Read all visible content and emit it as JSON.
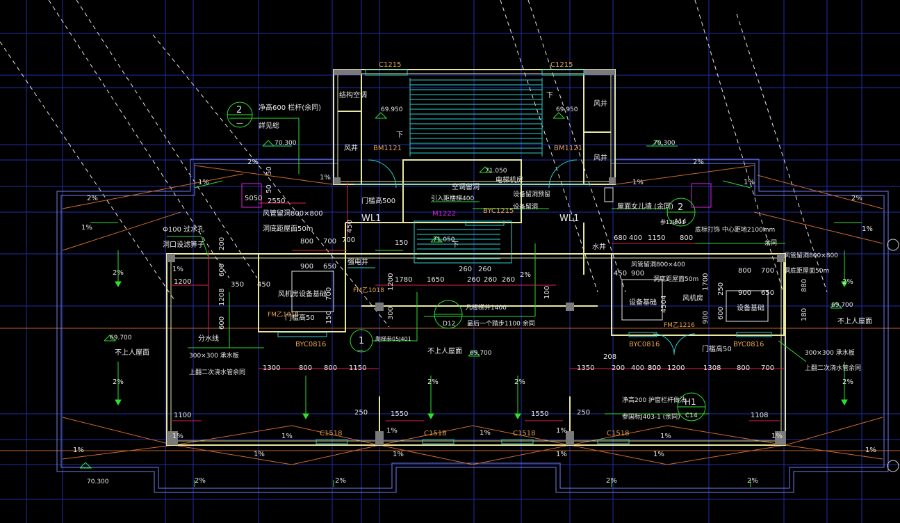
{
  "drawing": {
    "window_labels": {
      "top_left": "C1215",
      "top_right": "C1215",
      "bottom": [
        "C1518",
        "C1518",
        "C1518",
        "C1518"
      ]
    },
    "door_labels": {
      "bm_left": "BM1121",
      "bm_right": "BM1121",
      "m1222": "M1222",
      "byc_center": "BYC1215",
      "byc_left": "BYC0816",
      "byc_r1": "BYC0816",
      "byc_r2": "BYC0816",
      "fm_left": "FM乙1018",
      "fm_right": "FM乙1216",
      "fm_center": "FM乙1018"
    },
    "elevations": {
      "e1": "69.950",
      "e2": "69.950",
      "e3": "70.300",
      "e4": "70.300",
      "e5": "71.050",
      "e6": "71.050",
      "e7": "69.700",
      "e8": "69.700",
      "e9": "69.700",
      "e10": "70.300"
    },
    "rooms": {
      "wind_shaft": "风井",
      "struct_void": "结构空调",
      "ac_room": "空调留洞",
      "elevator_room": "电梯机房",
      "fan_room": "风机房",
      "equip_base": "设备基础",
      "water_tank": "水井",
      "elec_shaft": "强电井"
    },
    "notes": {
      "n1": "净高600 栏杆(余同)",
      "n2": "詳见総",
      "n3": "风管留洞800×800",
      "n4": "洞底距屋面50m",
      "n5": "Φ100 过水孔",
      "n6": "洞口设滤箅子",
      "n7": "分水线",
      "n8": "300×300 承水板",
      "n9": "上翻二次浇水管余同",
      "n10": "不上人屋面",
      "n11": "屋面女儿墙 (余同)",
      "n12": "底标打饰 中心距地2100mm",
      "n13": "门槛高50",
      "n14": "凡楼梯井1400",
      "n15": "最后一个踏步1100 余同",
      "n16": "净高200 护窗栏杆做法",
      "n17": "参国标J403-1 (余同)",
      "n18": "引入距楼梯400",
      "n19": "设备留洞预留",
      "n20": "门槛高500",
      "n21": "爬梯参05J401",
      "n22": "余同",
      "n23": "设备留洞",
      "n24": "风管留洞800×400"
    },
    "slopes": {
      "s2": "2%",
      "s1": "1%"
    },
    "callouts": {
      "c1_num": "2",
      "c1_ref": "—",
      "c2_num": "2",
      "c2_ref": "A14",
      "c2_note": "参12J201",
      "c3_num": "1",
      "c3_ref": "—",
      "c4_ref": "D12",
      "c5_num": "H1",
      "c5_ref": "C14"
    },
    "wl": {
      "left": "WL1",
      "right": "WL1"
    },
    "stairs": {
      "down": "下"
    },
    "dims": {
      "d2550": "2550",
      "d800": "800",
      "d700": "700",
      "d900": "900",
      "d650": "650",
      "d200": "200",
      "d600": "600",
      "d1200": "1200",
      "d350": "350",
      "d450": "450",
      "d1300": "1300",
      "d1150": "1150",
      "d150": "150",
      "d1780": "1780",
      "d1650": "1650",
      "d260": "260",
      "d300": "300",
      "d100": "100",
      "d1350": "1350",
      "d400": "400",
      "d1308": "1308",
      "d1100": "1100",
      "d1108": "1108",
      "d250": "250",
      "d1550": "1550",
      "d680": "680",
      "d1700": "1700",
      "d180": "180",
      "d880": "880",
      "d50": "50",
      "d5050": "5050",
      "d4504": "4504",
      "d1208": "1208",
      "d208": "208"
    }
  }
}
